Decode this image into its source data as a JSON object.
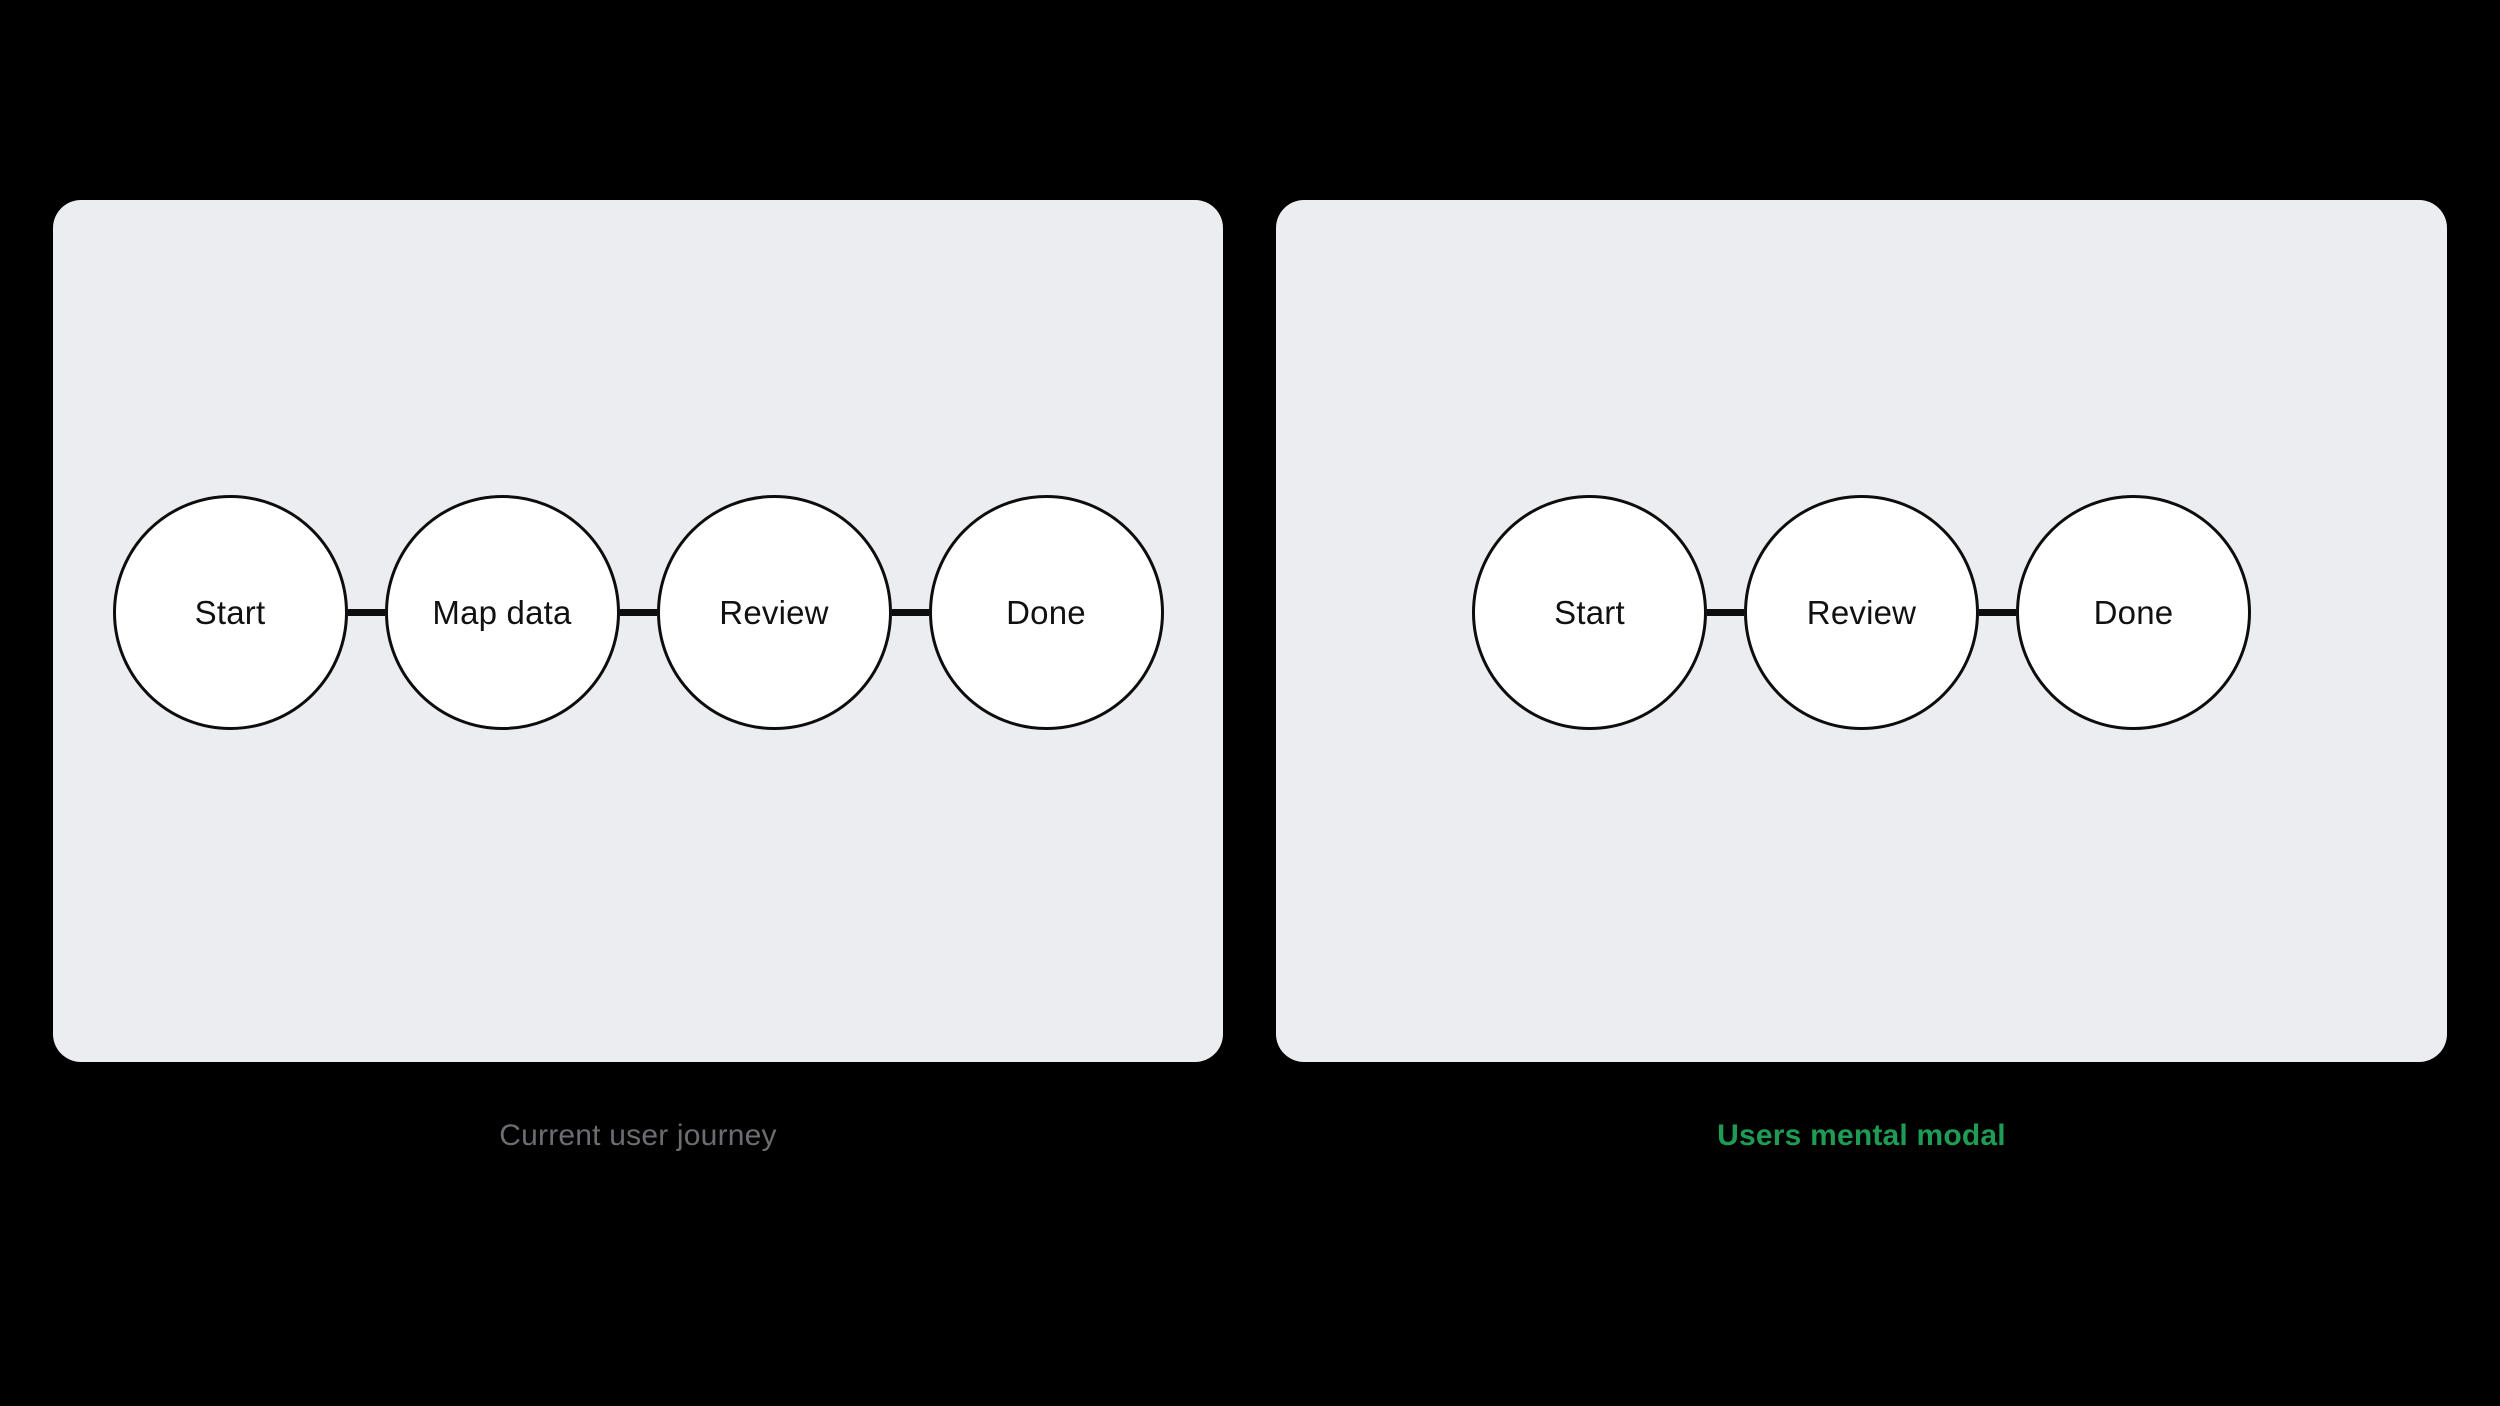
{
  "canvas": {
    "background_color": "#000000",
    "panel_color": "#ECEDF1",
    "node_fill_color": "#FFFFFF",
    "node_stroke_color": "#0D0D0D"
  },
  "sections": [
    {
      "caption": "Current user journey",
      "caption_color": "#6C6C71",
      "nodes": [
        "Start",
        "Map data",
        "Review",
        "Done"
      ]
    },
    {
      "caption": "Users mental modal",
      "caption_color": "#1E9B55",
      "nodes": [
        "Start",
        "Review",
        "Done"
      ]
    }
  ]
}
